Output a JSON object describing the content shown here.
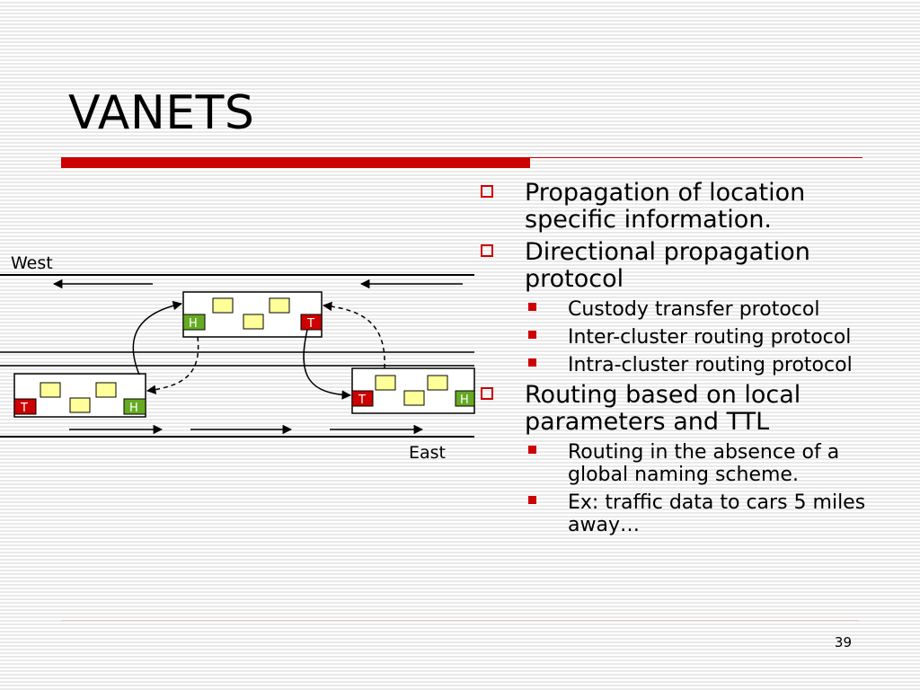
{
  "slide": {
    "title": "VANETS",
    "page_number": "39"
  },
  "diagram": {
    "west_label": "West",
    "east_label": "East",
    "head_label": "H",
    "tail_label": "T",
    "colors": {
      "head": "#66aa22",
      "tail": "#cc0000",
      "vehicle": "#ffff99"
    }
  },
  "bullets": [
    {
      "text": "Propagation of location specific information.",
      "sub": []
    },
    {
      "text": "Directional propagation protocol",
      "sub": [
        "Custody transfer protocol",
        "Inter-cluster routing protocol",
        "Intra-cluster routing protocol"
      ]
    },
    {
      "text": "Routing based on local parameters and TTL",
      "sub": [
        "Routing in the absence of a global naming scheme.",
        "Ex: traffic data to cars 5 miles away…"
      ]
    }
  ],
  "colors": {
    "accent": "#cc0000"
  }
}
